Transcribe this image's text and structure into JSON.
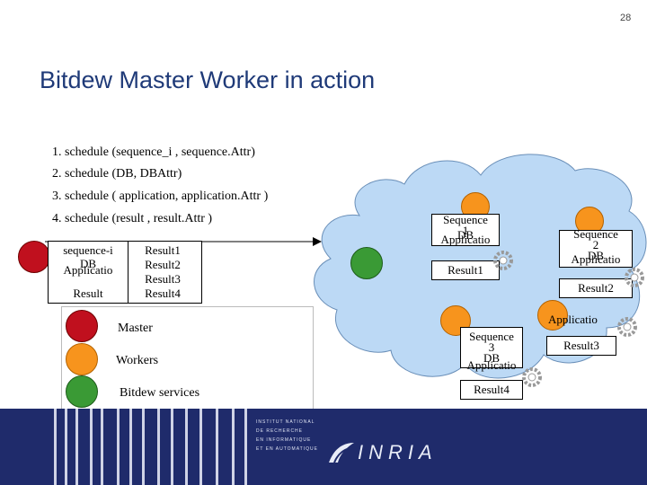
{
  "slide": {
    "page_number": "28",
    "title": "Bitdew Master Worker in action"
  },
  "steps": [
    "1. schedule (sequence_i , sequence.Attr)",
    "2. schedule (DB, DBAttr)",
    "3. schedule ( application, application.Attr )",
    "4. schedule (result , result.Attr )"
  ],
  "master_table": {
    "left": [
      "sequence-i",
      "DB",
      "Applicatio",
      "Result"
    ],
    "right": [
      "Result1",
      "Result2",
      "Result3",
      "Result4"
    ]
  },
  "legend": {
    "master": "Master",
    "workers": "Workers",
    "services": "Bitdew services"
  },
  "workers": [
    {
      "sequence": "Sequence",
      "suffix": "1",
      "db": "DB",
      "app": "Applicatio",
      "result": "Result1"
    },
    {
      "sequence": "Sequence",
      "suffix": "2",
      "db": "DB",
      "app": "Applicatio",
      "result": "Result2"
    },
    {
      "sequence": "Sequence",
      "suffix": "3",
      "db": "DB",
      "app": "Applicatio",
      "result": "Result4"
    },
    {
      "app": "Applicatio",
      "result": "Result3"
    }
  ],
  "colors": {
    "master": "#c0101e",
    "worker": "#f7941d",
    "service": "#3a9a35",
    "title": "#1f3a78",
    "cloud": "#bcd9f5",
    "footer": "#1f2b6b"
  },
  "footer": {
    "institute_lines": [
      "INSTITUT NATIONAL",
      "DE RECHERCHE",
      "EN INFORMATIQUE",
      "ET EN AUTOMATIQUE"
    ],
    "logo_text": "INRIA"
  }
}
